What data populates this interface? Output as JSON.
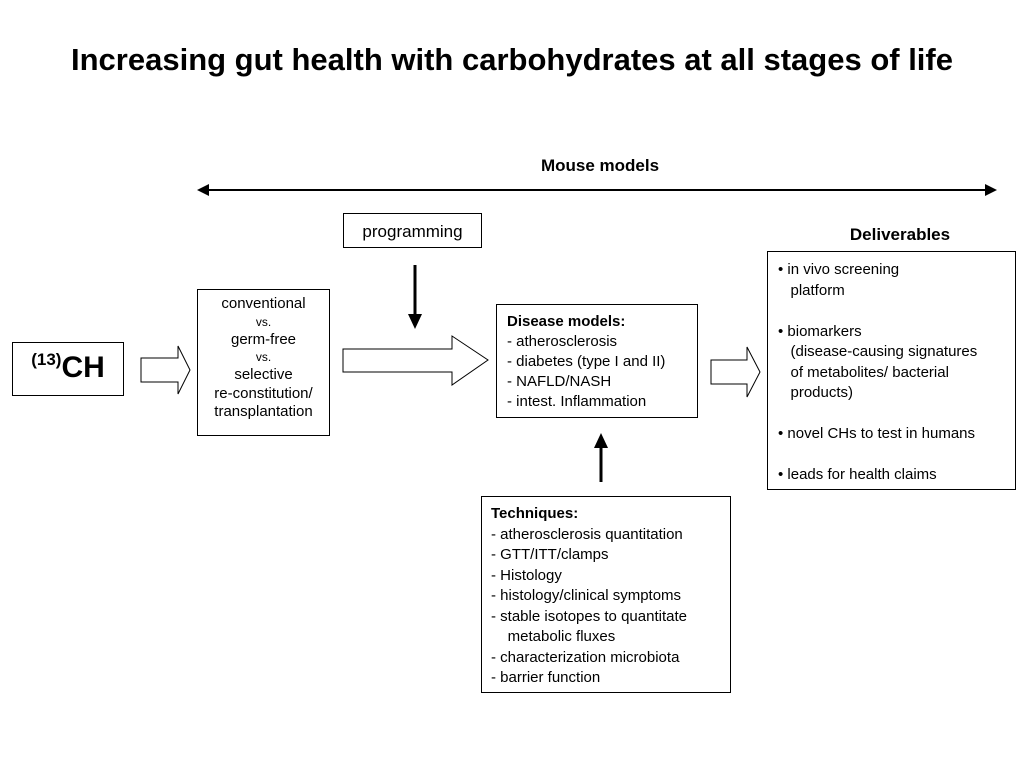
{
  "title": "Increasing gut health with carbohydrates at all stages of life",
  "mouse_models_label": "Mouse models",
  "deliverables_label": "Deliverables",
  "ch_box": {
    "superscript": "(13)",
    "text": "CH"
  },
  "programming_label": "programming",
  "conditions": {
    "conventional": "conventional",
    "vs1": "vs.",
    "germ_free": "germ-free",
    "vs2": "vs.",
    "selective": "selective",
    "reconstitution": "re-constitution/",
    "transplantation": "transplantation"
  },
  "disease_models": {
    "heading": "Disease models:",
    "items": [
      "- atherosclerosis",
      "- diabetes (type I and II)",
      "- NAFLD/NASH",
      "- intest. Inflammation"
    ]
  },
  "techniques": {
    "heading": "Techniques:",
    "items": [
      "- atherosclerosis quantitation",
      "- GTT/ITT/clamps",
      "- Histology",
      "- histology/clinical symptoms",
      "- stable isotopes to quantitate",
      "    metabolic fluxes",
      "- characterization microbiota",
      "- barrier function"
    ]
  },
  "deliverables": {
    "items": [
      "• in vivo screening",
      "   platform",
      "• biomarkers",
      "   (disease-causing signatures",
      "   of metabolites/ bacterial",
      "   products)",
      "• novel CHs to test in humans",
      "• leads for health claims"
    ]
  }
}
